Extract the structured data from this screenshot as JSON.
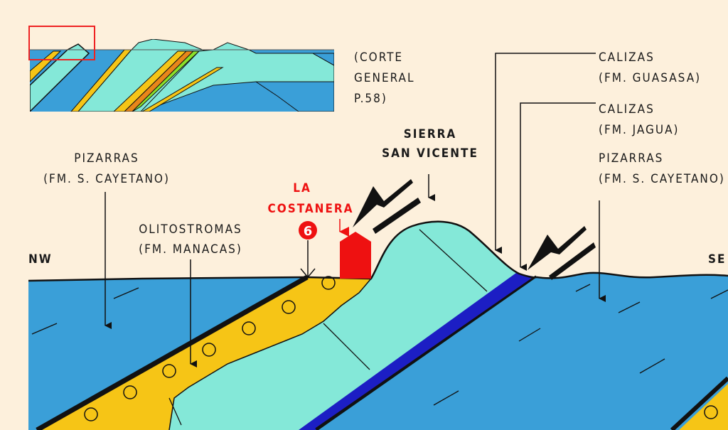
{
  "colors": {
    "background": "#fdf0dc",
    "shale_blue": "#3a9fd8",
    "limestone_cyan": "#84e8d8",
    "olistostrome_yellow": "#f6c516",
    "jagua_blue": "#1c1ec4",
    "accent_red": "#ee1111"
  },
  "inset": {
    "caption_lines": [
      "(CORTE",
      "GENERAL",
      "P.58)"
    ]
  },
  "labels": {
    "calizas_guasasa": [
      "CALIZAS",
      "(FM. GUASASA)"
    ],
    "calizas_jagua": [
      "CALIZAS",
      "(FM. JAGUA)"
    ],
    "pizarras_right": [
      "PIZARRAS",
      "(FM. S. CAYETANO)"
    ],
    "pizarras_left": [
      "PIZARRAS",
      "(FM. S. CAYETANO)"
    ],
    "sierra": [
      "SIERRA",
      "SAN VICENTE"
    ],
    "olitostromas": [
      "OLITOSTROMAS",
      "(FM. MANACAS)"
    ],
    "la_costanera": [
      "LA",
      "COSTANERA"
    ],
    "stop_number": "6",
    "nw": "NW",
    "se": "SE"
  }
}
